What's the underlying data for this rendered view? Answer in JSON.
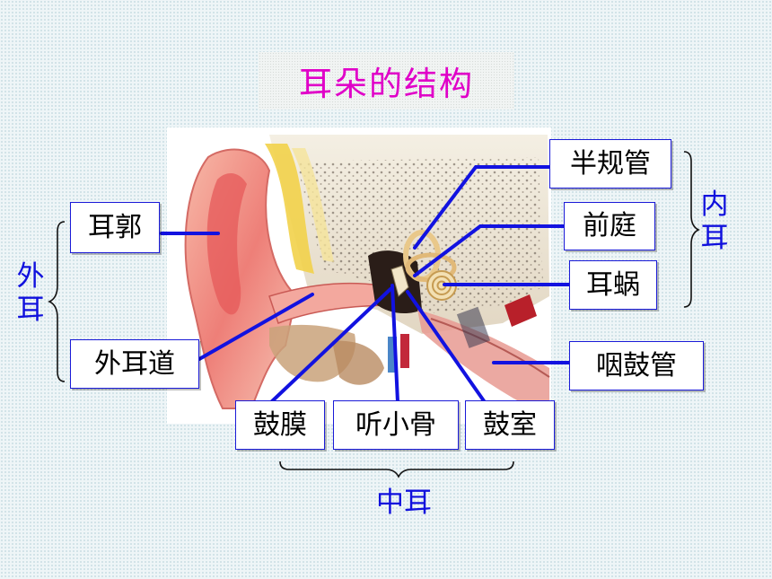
{
  "title": "耳朵的结构",
  "labels": {
    "auricle": "耳郭",
    "ear_canal": "外耳道",
    "semicircular_canals": "半规管",
    "vestibule": "前庭",
    "cochlea": "耳蜗",
    "eustachian_tube": "咽鼓管",
    "eardrum": "鼓膜",
    "ossicles": "听小骨",
    "tympanic_cavity": "鼓室"
  },
  "groups": {
    "outer_ear": [
      "外",
      "耳"
    ],
    "inner_ear": [
      "内",
      "耳"
    ],
    "middle_ear": "中耳"
  },
  "colors": {
    "title": "#e000c8",
    "leader_lines": "#1212e0",
    "group_text": "#1010dd",
    "label_border": "#1a1ad8"
  }
}
